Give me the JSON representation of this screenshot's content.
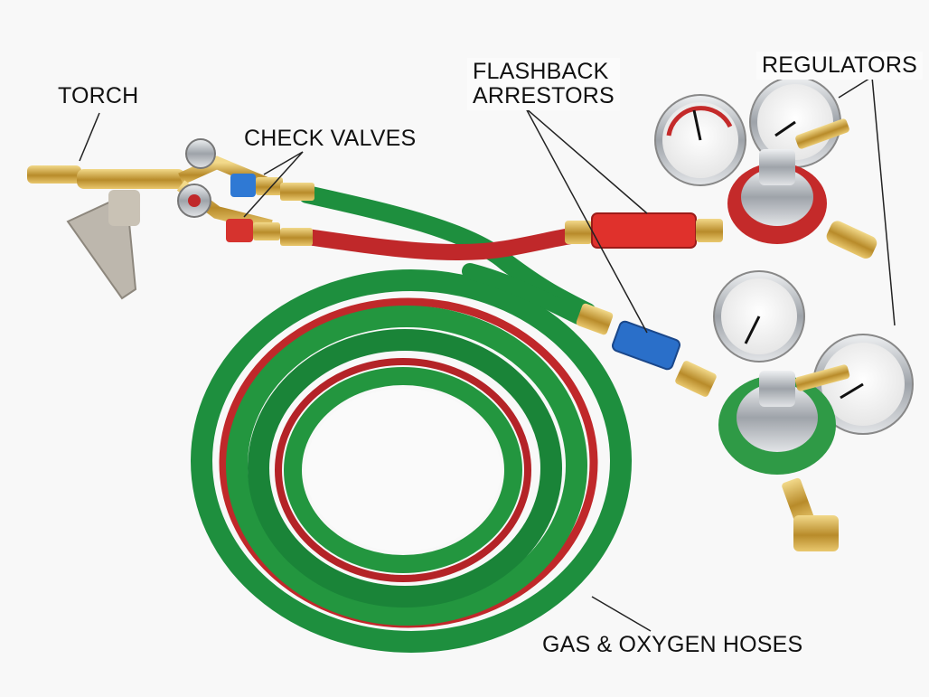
{
  "labels": {
    "torch": "TORCH",
    "check_valves": "CHECK VALVES",
    "flashback_arrestors_line1": "FLASHBACK",
    "flashback_arrestors_line2": "ARRESTORS",
    "regulators": "REGULATORS",
    "hoses": "GAS & OXYGEN HOSES"
  },
  "colors": {
    "background": "#f4f4f4",
    "hose_green": "#1e8f3e",
    "hose_red": "#c0282a",
    "brass": "#c9a23a",
    "chrome": "#b9bcc2",
    "arrestor_red": "#e0312c",
    "arrestor_blue": "#2a6fc9",
    "check_valve_blue": "#2f79d4",
    "check_valve_red": "#d6332e",
    "regulator_red": "#c42a2a",
    "regulator_green": "#2f9a46",
    "leader_line": "#222222"
  },
  "icons": {
    "torch": "torch-icon",
    "gauge": "pressure-gauge-icon",
    "regulator": "regulator-icon",
    "hose": "hose-coil-icon"
  }
}
